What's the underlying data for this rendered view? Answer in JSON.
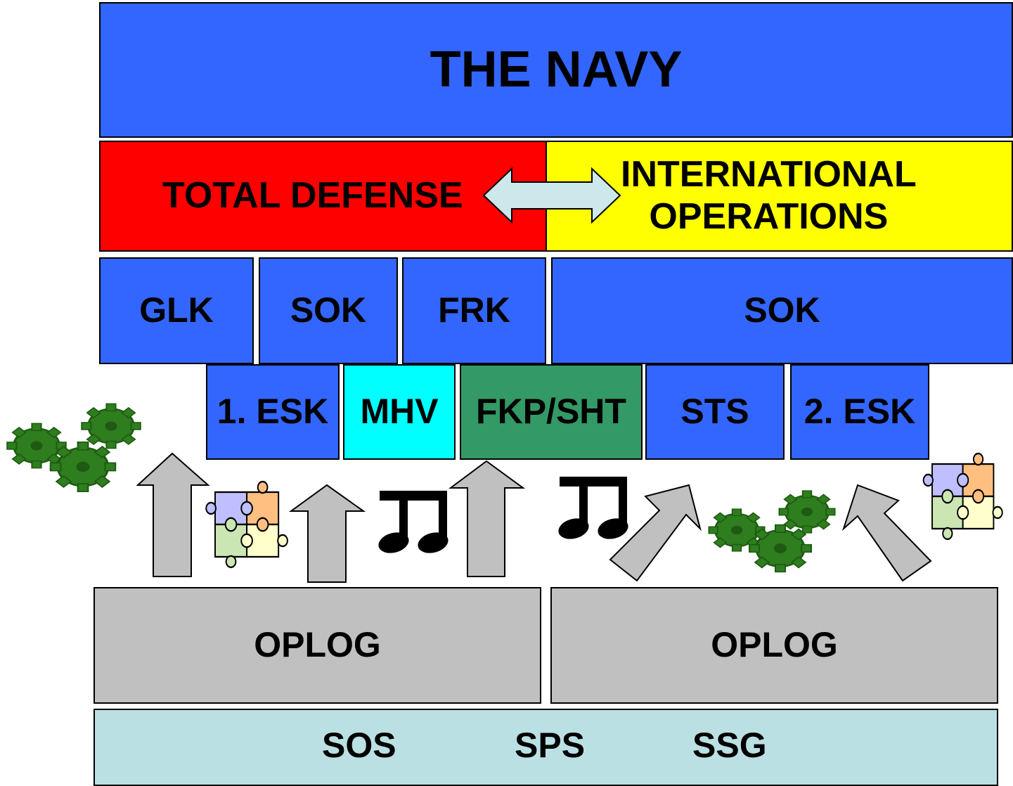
{
  "title": "THE NAVY",
  "missions": {
    "left": "TOTAL DEFENSE",
    "right_line1": "INTERNATIONAL",
    "right_line2": "OPERATIONS"
  },
  "commands": [
    "GLK",
    "SOK",
    "FRK",
    "SOK"
  ],
  "units": [
    "1. ESK",
    "MHV",
    "FKP/SHT",
    "STS",
    "2. ESK"
  ],
  "support": [
    "OPLOG",
    "OPLOG"
  ],
  "base": [
    "SOS",
    "SPS",
    "SSG"
  ],
  "colors": {
    "navy_blue": "#3366FF",
    "total_defense": "#FF0000",
    "international": "#FFFF00",
    "mhv": "#00FFFF",
    "fkp_sht": "#339966",
    "oplog": "#C0C0C0",
    "base": "#BBE0E3",
    "arrow": "#C0C0C0",
    "double_arrow": "#CCE8EA",
    "gears": "#2E7D1E"
  },
  "icons": [
    "gears-icon",
    "puzzle-icon",
    "music-note-icon",
    "up-arrow-icon",
    "double-arrow-icon"
  ]
}
